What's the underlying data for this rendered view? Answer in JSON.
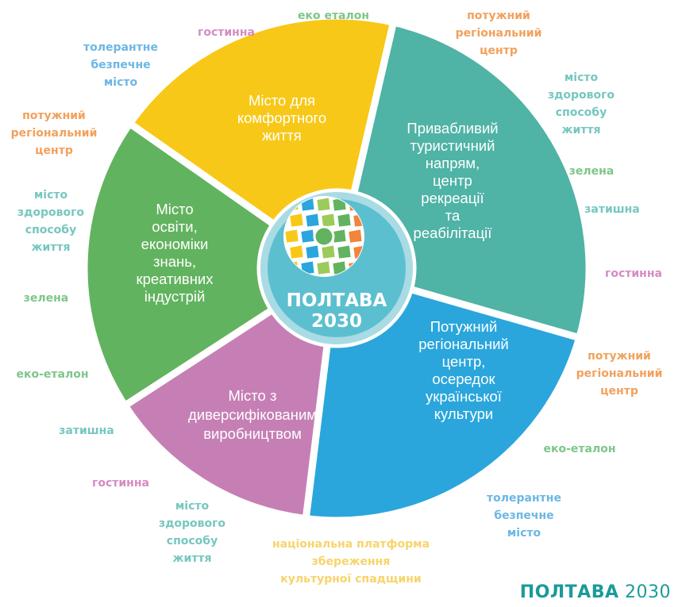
{
  "colors": {
    "green": "#62b35f",
    "yellow": "#f7c817",
    "teal": "#4fb3a6",
    "blue": "#2aa6dc",
    "pink": "#c67fb5",
    "hub": "#5bbfcf",
    "hub_ring": "#a9dbe4",
    "label_orange": "#f2a15c",
    "label_blue": "#6cb7e4",
    "label_pink": "#d58bc3",
    "label_green": "#7ec68a",
    "label_teal": "#76c7bf",
    "label_yellow": "#f7d46b",
    "brand": "#1a9b9a"
  },
  "hub": {
    "title": "ПОЛТАВА",
    "year": "2030"
  },
  "segments": [
    {
      "id": "education",
      "color_key": "green",
      "lines": [
        "Місто",
        "освіти,",
        "економіки",
        "знань,",
        "креативних",
        "індустрій"
      ]
    },
    {
      "id": "comfort",
      "color_key": "yellow",
      "lines": [
        "Місто для",
        "комфортного",
        "життя"
      ]
    },
    {
      "id": "tourism",
      "color_key": "teal",
      "lines": [
        "Привабливий",
        "туристичний",
        "напрям,",
        "центр",
        "рекреації",
        "та",
        "реабілітації"
      ]
    },
    {
      "id": "regional",
      "color_key": "blue",
      "lines": [
        "Потужний",
        "регіональний",
        "центр,",
        "осередок",
        "української",
        "культури"
      ]
    },
    {
      "id": "production",
      "color_key": "pink",
      "lines": [
        "Місто з",
        "диверсифікованим",
        "виробництвом"
      ]
    }
  ],
  "outer_labels": [
    {
      "color_key": "label_green",
      "lines": [
        "еко еталон"
      ]
    },
    {
      "color_key": "label_pink",
      "lines": [
        "гостинна"
      ]
    },
    {
      "color_key": "label_blue",
      "lines": [
        "толерантне",
        "безпечне",
        "місто"
      ]
    },
    {
      "color_key": "label_orange",
      "lines": [
        "потужний",
        "регіональний",
        "центр"
      ]
    },
    {
      "color_key": "label_teal",
      "lines": [
        "місто",
        "здорового",
        "способу",
        "життя"
      ]
    },
    {
      "color_key": "label_green",
      "lines": [
        "зелена"
      ]
    },
    {
      "color_key": "label_green",
      "lines": [
        "еко-еталон"
      ]
    },
    {
      "color_key": "label_teal",
      "lines": [
        "затишна"
      ]
    },
    {
      "color_key": "label_pink",
      "lines": [
        "гостинна"
      ]
    },
    {
      "color_key": "label_teal",
      "lines": [
        "місто",
        "здорового",
        "способу",
        "життя"
      ]
    },
    {
      "color_key": "label_yellow",
      "lines": [
        "національна платформа",
        "збереження",
        "культурної спадщини"
      ]
    },
    {
      "color_key": "label_blue",
      "lines": [
        "толерантне",
        "безпечне",
        "місто"
      ]
    },
    {
      "color_key": "label_green",
      "lines": [
        "еко-еталон"
      ]
    },
    {
      "color_key": "label_orange",
      "lines": [
        "потужний",
        "регіональний",
        "центр"
      ]
    },
    {
      "color_key": "label_pink",
      "lines": [
        "гостинна"
      ]
    },
    {
      "color_key": "label_teal",
      "lines": [
        "затишна"
      ]
    },
    {
      "color_key": "label_green",
      "lines": [
        "зелена"
      ]
    },
    {
      "color_key": "label_teal",
      "lines": [
        "місто",
        "здорового",
        "способу",
        "життя"
      ]
    },
    {
      "color_key": "label_orange",
      "lines": [
        "потужний",
        "регіональний",
        "центр"
      ]
    }
  ],
  "brand": {
    "bold": "ПОЛТАВА",
    "light": "2030"
  }
}
